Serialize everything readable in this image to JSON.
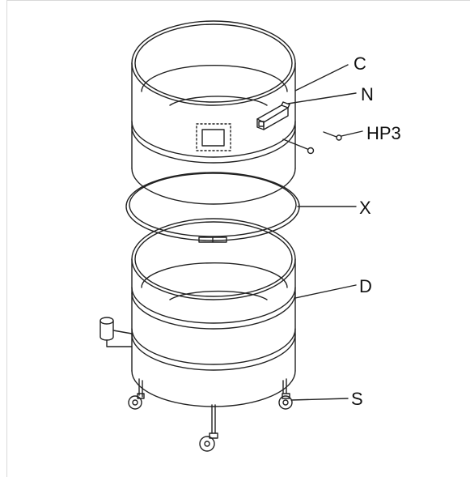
{
  "diagram": {
    "labels": {
      "c": "C",
      "n": "N",
      "hp3": "HP3",
      "x": "X",
      "d": "D",
      "s": "S"
    },
    "colors": {
      "line": "#222222",
      "frame": "#d9d9d9",
      "background": "#ffffff"
    }
  }
}
